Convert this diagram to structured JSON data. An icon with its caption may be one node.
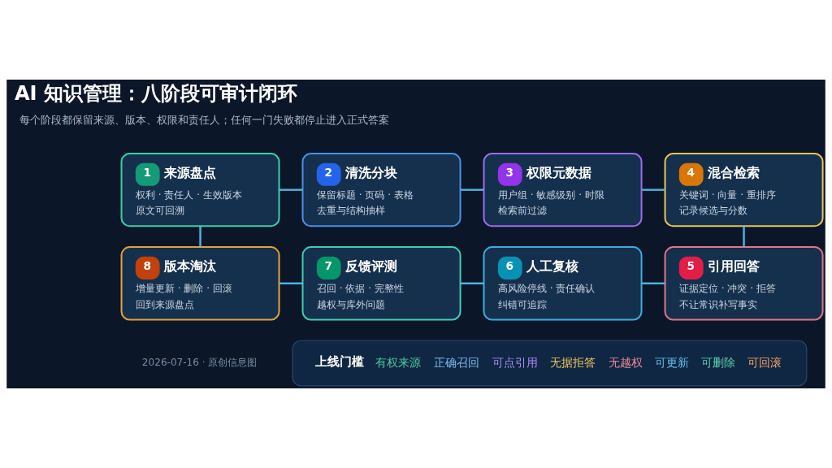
{
  "diagram": {
    "title": "AI 知识管理：八阶段可审计闭环",
    "nodes": [
      {
        "text": [
          "1",
          "来源盘点",
          "权利 · 责任人 · 生效版本",
          "原文可回溯"
        ]
      },
      {
        "text": [
          "2",
          "清洗分块",
          "保留标题 · 页码 · 表格",
          "去重与结构抽样"
        ]
      },
      {
        "text": [
          "3",
          "权限元数据",
          "用户组 · 敏感级别 · 时限",
          "检索前过滤"
        ]
      },
      {
        "text": [
          "4",
          "混合检索",
          "关键词 · 向量 · 重排序",
          "记录候选与分数"
        ]
      },
      {
        "text": [
          "5",
          "引用回答",
          "证据定位 · 冲突 · 拒答",
          "不让常识补写事实"
        ]
      },
      {
        "text": [
          "6",
          "人工复核",
          "高风险停线 · 责任确认",
          "纠错可追踪"
        ]
      },
      {
        "text": [
          "7",
          "反馈评测",
          "召回 · 依据 · 完整性",
          "越权与库外问题"
        ]
      },
      {
        "text": [
          "8",
          "版本淘汰",
          "增量更新 · 删除 · 回滚",
          "回到来源盘点"
        ]
      },
      {
        "text": [
          "上线门槛",
          "有权来源",
          "正确召回",
          "可点引用",
          "无据拒答",
          "无越权",
          "可更新",
          "可删除",
          "可回滚"
        ]
      }
    ],
    "edges": [
      {
        "from": 0,
        "to": 1,
        "arrow": "none"
      },
      {
        "from": 1,
        "to": 2,
        "arrow": "none"
      },
      {
        "from": 2,
        "to": 3,
        "arrow": "none"
      },
      {
        "from": 3,
        "to": 4,
        "arrow": "none"
      },
      {
        "from": 5,
        "to": 4,
        "arrow": "none"
      },
      {
        "from": 6,
        "to": 5,
        "arrow": "none"
      },
      {
        "from": 7,
        "to": 6,
        "arrow": "none"
      },
      {
        "from": 0,
        "to": 7,
        "arrow": "none"
      }
    ],
    "labels": [
      "每个阶段都保留来源、版本、权限和责任人；任何一门失败都停止进入正式答案",
      "2026-07-16 · 原创信息图"
    ]
  }
}
